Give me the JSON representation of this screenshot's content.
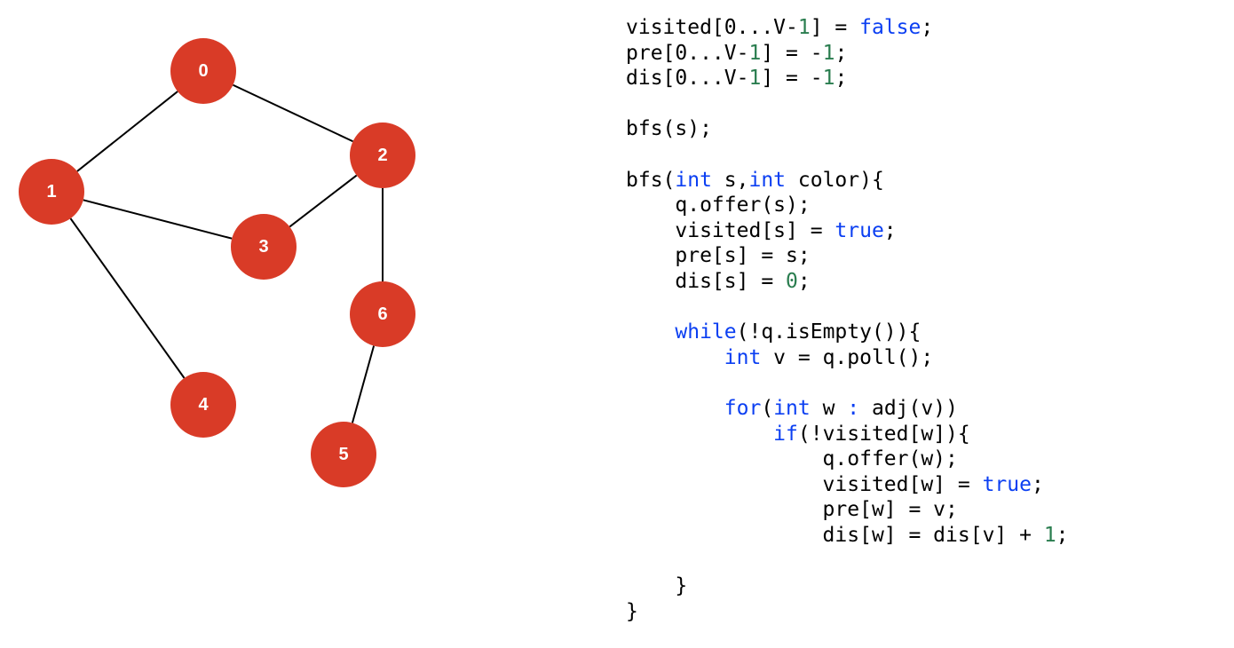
{
  "graph": {
    "nodes": [
      {
        "id": "0",
        "label": "0"
      },
      {
        "id": "1",
        "label": "1"
      },
      {
        "id": "2",
        "label": "2"
      },
      {
        "id": "3",
        "label": "3"
      },
      {
        "id": "4",
        "label": "4"
      },
      {
        "id": "5",
        "label": "5"
      },
      {
        "id": "6",
        "label": "6"
      }
    ],
    "edges": [
      [
        "0",
        "1"
      ],
      [
        "0",
        "2"
      ],
      [
        "1",
        "3"
      ],
      [
        "1",
        "4"
      ],
      [
        "2",
        "3"
      ],
      [
        "2",
        "6"
      ],
      [
        "6",
        "5"
      ]
    ],
    "node_color": "#d93b27",
    "label_color": "#ffffff",
    "edge_color": "#000000"
  },
  "code": {
    "keyword_color": "#0b3ff2",
    "number_color": "#2a7d4f",
    "lines": [
      [
        {
          "t": "visited[0...V-",
          "k": "p"
        },
        {
          "t": "1",
          "k": "n"
        },
        {
          "t": "] = ",
          "k": "p"
        },
        {
          "t": "false",
          "k": "k"
        },
        {
          "t": ";",
          "k": "p"
        }
      ],
      [
        {
          "t": "pre[0...V-",
          "k": "p"
        },
        {
          "t": "1",
          "k": "n"
        },
        {
          "t": "] = -",
          "k": "p"
        },
        {
          "t": "1",
          "k": "n"
        },
        {
          "t": ";",
          "k": "p"
        }
      ],
      [
        {
          "t": "dis[0...V-",
          "k": "p"
        },
        {
          "t": "1",
          "k": "n"
        },
        {
          "t": "] = -",
          "k": "p"
        },
        {
          "t": "1",
          "k": "n"
        },
        {
          "t": ";",
          "k": "p"
        }
      ],
      [],
      [
        {
          "t": "bfs(s);",
          "k": "p"
        }
      ],
      [],
      [
        {
          "t": "bfs(",
          "k": "p"
        },
        {
          "t": "int",
          "k": "k"
        },
        {
          "t": " s,",
          "k": "p"
        },
        {
          "t": "int",
          "k": "k"
        },
        {
          "t": " color){",
          "k": "p"
        }
      ],
      [
        {
          "t": "    q.offer(s);",
          "k": "p"
        }
      ],
      [
        {
          "t": "    visited[s] = ",
          "k": "p"
        },
        {
          "t": "true",
          "k": "k"
        },
        {
          "t": ";",
          "k": "p"
        }
      ],
      [
        {
          "t": "    pre[s] = s;",
          "k": "p"
        }
      ],
      [
        {
          "t": "    dis[s] = ",
          "k": "p"
        },
        {
          "t": "0",
          "k": "n"
        },
        {
          "t": ";",
          "k": "p"
        }
      ],
      [],
      [
        {
          "t": "    ",
          "k": "p"
        },
        {
          "t": "while",
          "k": "k"
        },
        {
          "t": "(!q.isEmpty()){",
          "k": "p"
        }
      ],
      [
        {
          "t": "        ",
          "k": "p"
        },
        {
          "t": "int",
          "k": "k"
        },
        {
          "t": " v = q.poll();",
          "k": "p"
        }
      ],
      [],
      [
        {
          "t": "        ",
          "k": "p"
        },
        {
          "t": "for",
          "k": "k"
        },
        {
          "t": "(",
          "k": "p"
        },
        {
          "t": "int",
          "k": "k"
        },
        {
          "t": " w ",
          "k": "p"
        },
        {
          "t": ":",
          "k": "k"
        },
        {
          "t": " adj(v))",
          "k": "p"
        }
      ],
      [
        {
          "t": "            ",
          "k": "p"
        },
        {
          "t": "if",
          "k": "k"
        },
        {
          "t": "(!visited[w]){",
          "k": "p"
        }
      ],
      [
        {
          "t": "                q.offer(w);",
          "k": "p"
        }
      ],
      [
        {
          "t": "                visited[w] = ",
          "k": "p"
        },
        {
          "t": "true",
          "k": "k"
        },
        {
          "t": ";",
          "k": "p"
        }
      ],
      [
        {
          "t": "                pre[w] = v;",
          "k": "p"
        }
      ],
      [
        {
          "t": "                dis[w] = dis[v] + ",
          "k": "p"
        },
        {
          "t": "1",
          "k": "n"
        },
        {
          "t": ";",
          "k": "p"
        }
      ],
      [],
      [
        {
          "t": "    }",
          "k": "p"
        }
      ],
      [
        {
          "t": "}",
          "k": "p"
        }
      ]
    ]
  }
}
